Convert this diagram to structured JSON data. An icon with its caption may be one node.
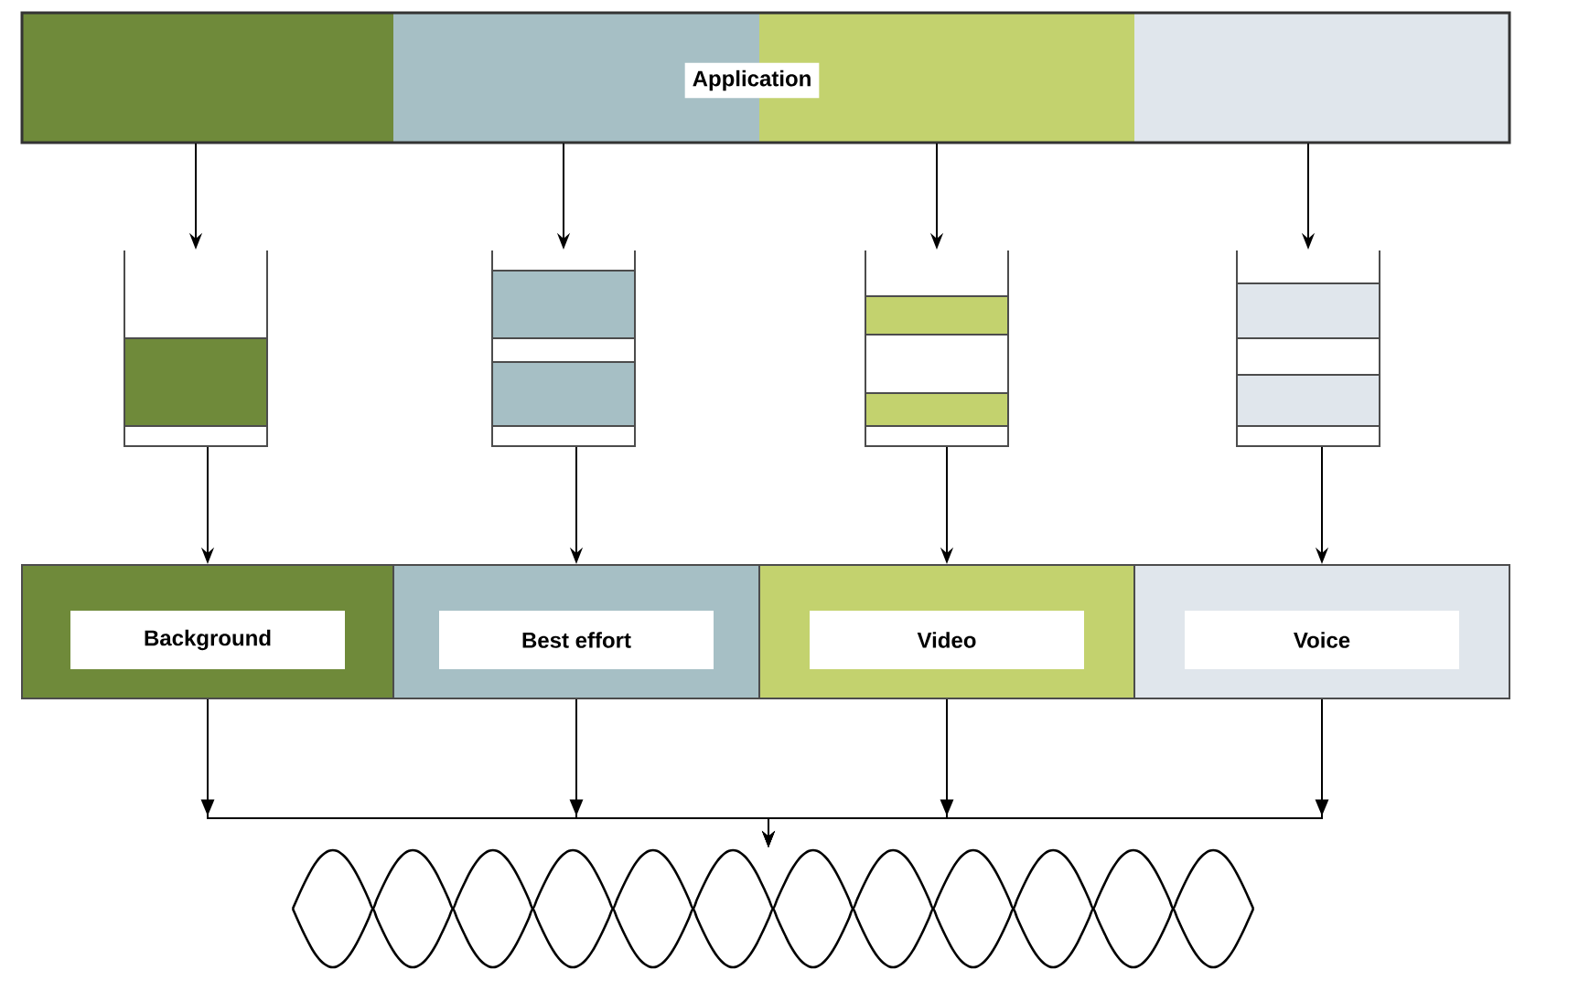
{
  "diagram": {
    "nodes": [
      {
        "text": [
          "Application"
        ]
      },
      {
        "text": [],
        "shape": "queue"
      },
      {
        "text": [],
        "shape": "queue"
      },
      {
        "text": [],
        "shape": "queue"
      },
      {
        "text": [],
        "shape": "queue"
      },
      {
        "text": [
          "Background"
        ]
      },
      {
        "text": [
          "Best effort"
        ]
      },
      {
        "text": [
          "Video"
        ]
      },
      {
        "text": [
          "Voice"
        ]
      },
      {
        "text": [],
        "shape": "wave"
      }
    ],
    "edges": [
      {
        "from": 0,
        "to": 1,
        "arrow": "to"
      },
      {
        "from": 0,
        "to": 2,
        "arrow": "to"
      },
      {
        "from": 0,
        "to": 3,
        "arrow": "to"
      },
      {
        "from": 0,
        "to": 4,
        "arrow": "to"
      },
      {
        "from": 1,
        "to": 5,
        "arrow": "to"
      },
      {
        "from": 2,
        "to": 6,
        "arrow": "to"
      },
      {
        "from": 3,
        "to": 7,
        "arrow": "to"
      },
      {
        "from": 4,
        "to": 8,
        "arrow": "to"
      },
      {
        "from": 5,
        "to": 9,
        "arrow": "to"
      },
      {
        "from": 6,
        "to": 9,
        "arrow": "to"
      },
      {
        "from": 7,
        "to": 9,
        "arrow": "to"
      },
      {
        "from": 8,
        "to": 9,
        "arrow": "to"
      }
    ]
  }
}
